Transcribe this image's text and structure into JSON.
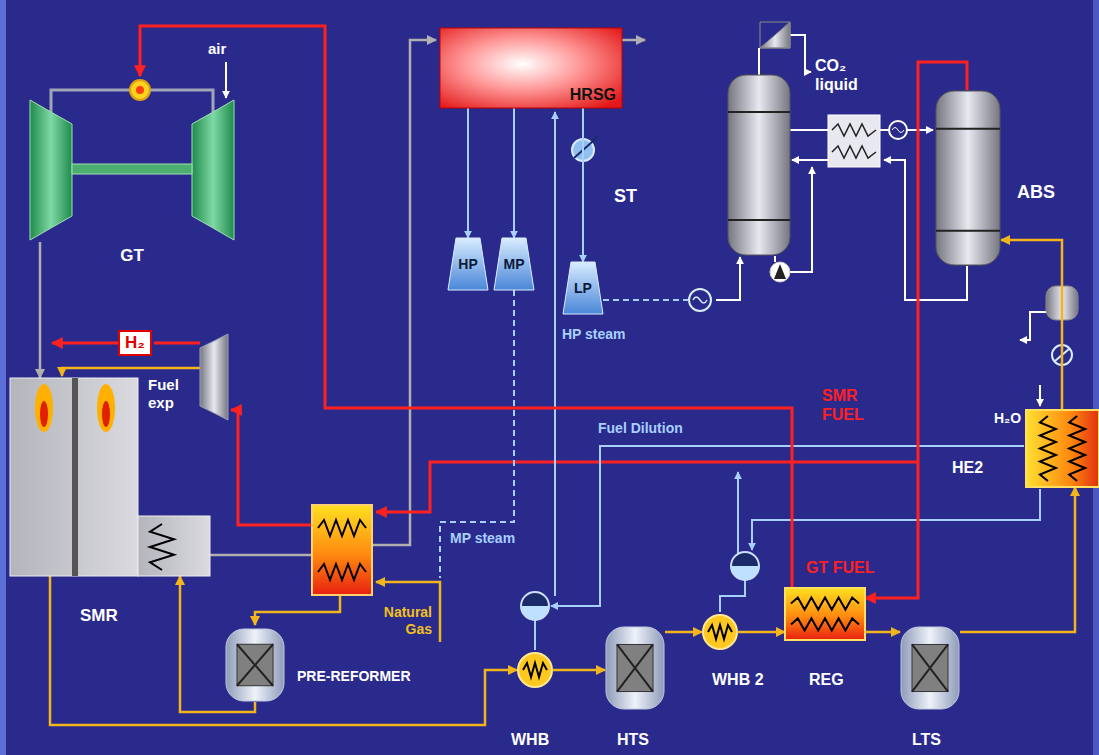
{
  "diagram": {
    "nodes": [
      {
        "text": [
          "GT"
        ]
      },
      {
        "text": [
          "HRSG"
        ]
      },
      {
        "text": [
          "HP"
        ]
      },
      {
        "text": [
          "MP"
        ]
      },
      {
        "text": [
          "LP"
        ]
      },
      {
        "text": [
          "ABS"
        ]
      },
      {
        "text": [
          "H₂"
        ]
      },
      {
        "text": [
          "SMR"
        ]
      },
      {
        "text": [
          "PRE-REFORMER"
        ]
      },
      {
        "text": [
          "WHB"
        ]
      },
      {
        "text": [
          "HTS"
        ]
      },
      {
        "text": [
          "WHB 2"
        ]
      },
      {
        "text": [
          "REG"
        ]
      },
      {
        "text": [
          "LTS"
        ]
      },
      {
        "text": [
          "HE2"
        ]
      }
    ],
    "edges": [
      {
        "from": 0,
        "to": 7,
        "arrow": "to"
      },
      {
        "from": 1,
        "to": 2,
        "arrow": "to"
      },
      {
        "from": 1,
        "to": 3,
        "arrow": "to"
      },
      {
        "from": 1,
        "to": 4,
        "arrow": "to"
      },
      {
        "from": 8,
        "to": 7,
        "arrow": "to"
      },
      {
        "from": 7,
        "to": 9,
        "arrow": "to"
      },
      {
        "from": 9,
        "to": 10,
        "arrow": "to"
      },
      {
        "from": 10,
        "to": 11,
        "arrow": "to"
      },
      {
        "from": 11,
        "to": 12,
        "arrow": "to"
      },
      {
        "from": 12,
        "to": 13,
        "arrow": "to"
      },
      {
        "from": 13,
        "to": 14,
        "arrow": "to"
      },
      {
        "from": 14,
        "to": 5,
        "arrow": "to"
      },
      {
        "from": 5,
        "to": 12,
        "arrow": "to"
      },
      {
        "from": 12,
        "to": 0,
        "arrow": "to"
      }
    ],
    "labels": [
      "air",
      "ST",
      "CO₂ liquid",
      "Fuel exp",
      "HP steam",
      "MP steam",
      "Natural Gas",
      "Fuel Dilution",
      "SMR FUEL",
      "H₂O",
      "GT FUEL"
    ]
  }
}
